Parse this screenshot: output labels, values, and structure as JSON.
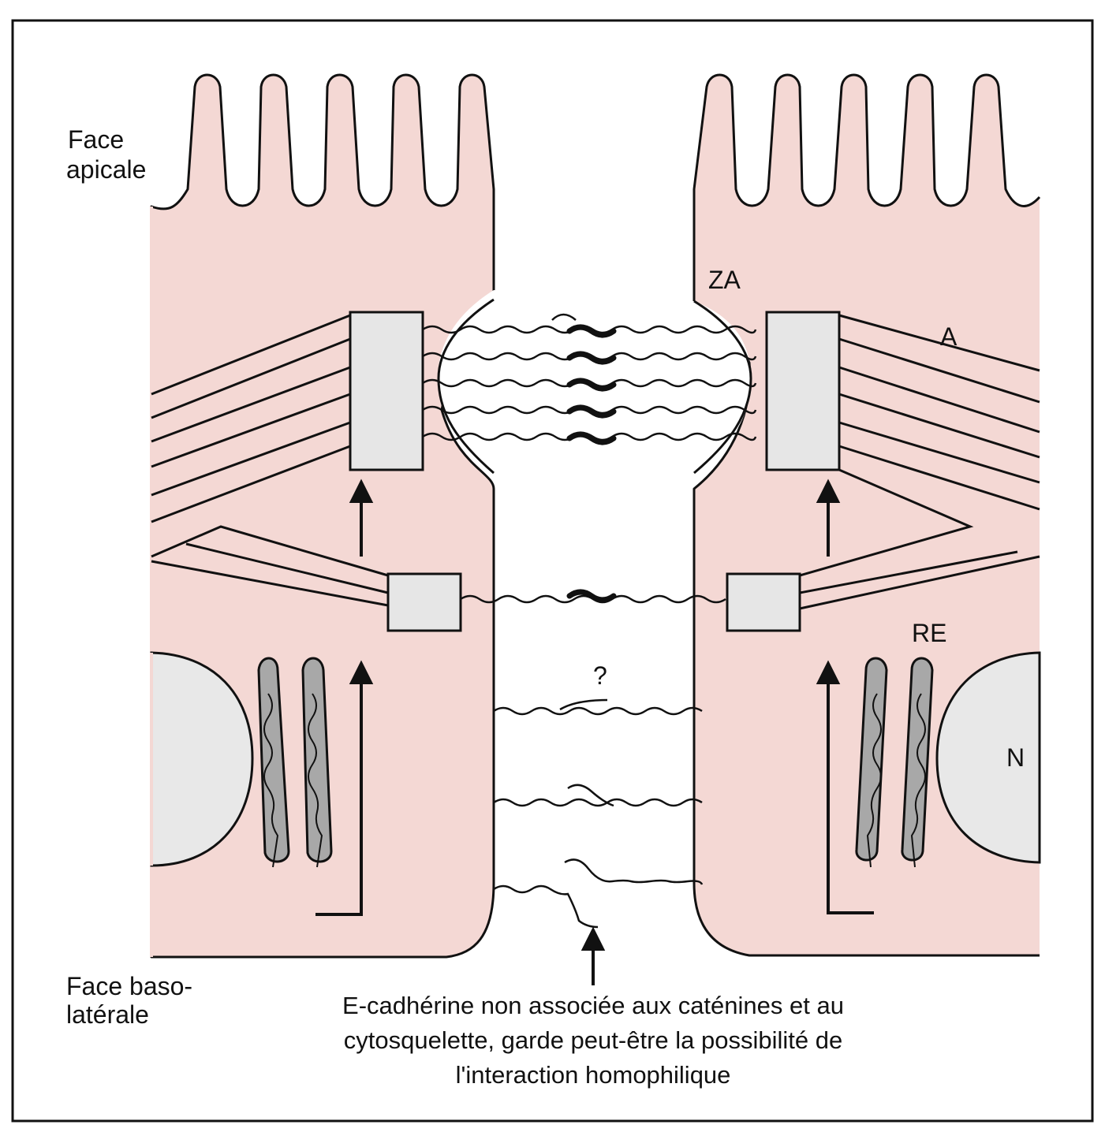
{
  "labels": {
    "face_apicale_line1": "Face",
    "face_apicale_line2": "apicale",
    "face_baso_line1": "Face baso-",
    "face_baso_line2": "latérale",
    "za": "ZA",
    "a": "A",
    "re": "RE",
    "n": "N",
    "question": "?"
  },
  "caption": {
    "line1": "E-cadhérine non associée aux caténines et au",
    "line2": "cytosquelette, garde peut-être la possibilité de",
    "line3": "l'interaction homophilique"
  },
  "colors": {
    "cytoplasm": "#f4d8d4",
    "plaque": "#e6e6e6",
    "nucleus": "#e8e8e8",
    "er": "#a8a8a8",
    "stroke": "#111111"
  }
}
